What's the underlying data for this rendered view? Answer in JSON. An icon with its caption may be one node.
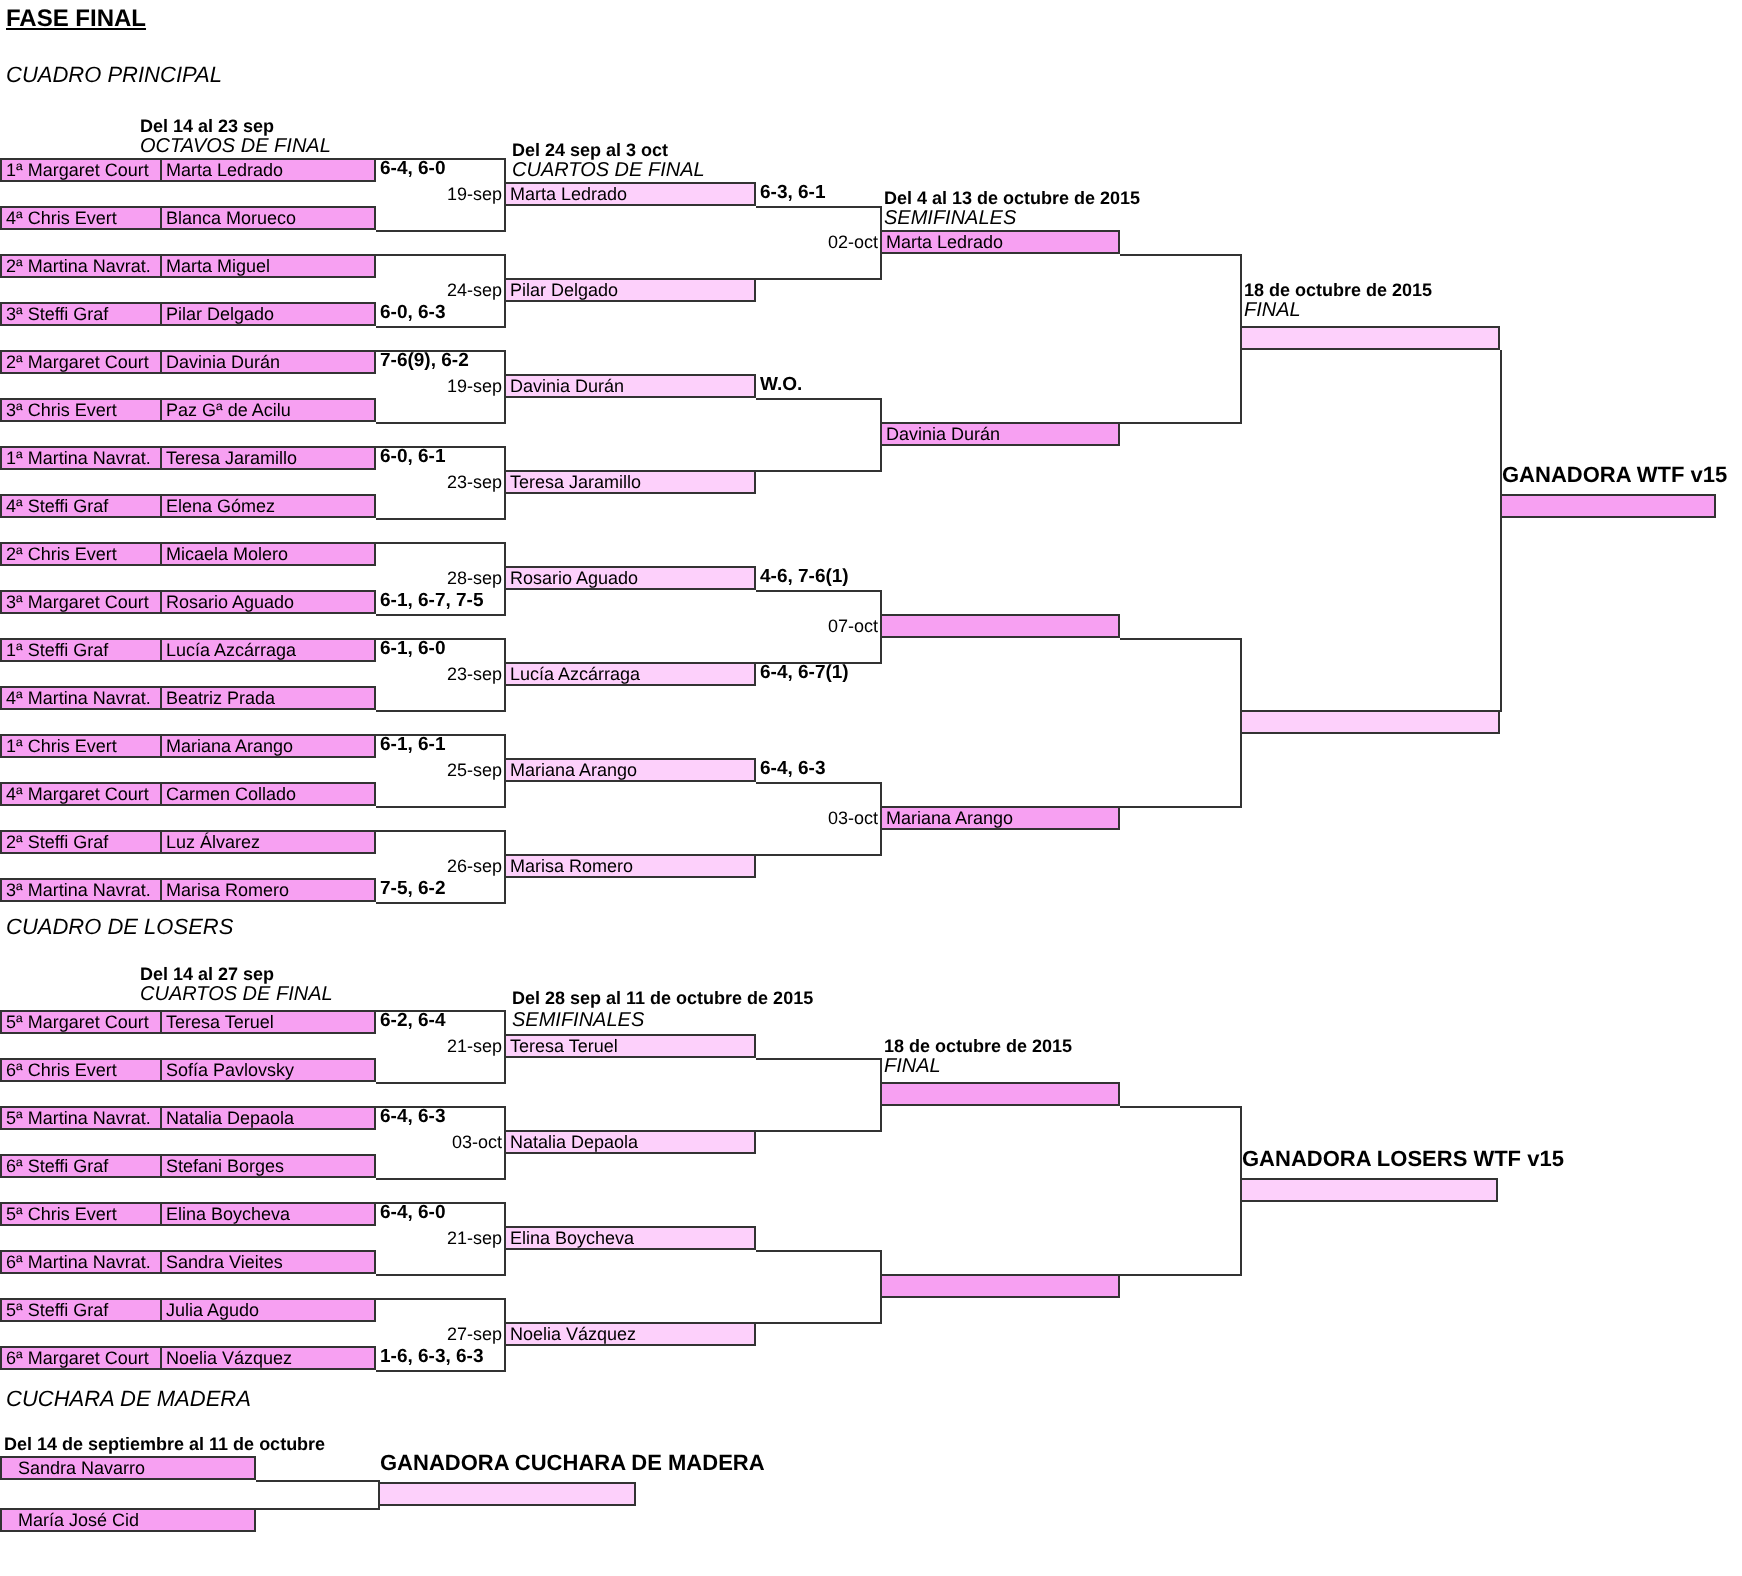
{
  "diagram": {
    "title": "FASE FINAL",
    "nodes": [
      {
        "text": [
          "1ª Margaret Court",
          "Marta Ledrado"
        ],
        "beside": [
          "6-4, 6-0"
        ]
      },
      {
        "text": [
          "4ª Chris Evert",
          "Blanca Morueco"
        ]
      },
      {
        "text": [
          "2ª Martina Navrat.",
          "Marta Miguel"
        ]
      },
      {
        "text": [
          "3ª Steffi Graf",
          "Pilar Delgado"
        ],
        "beside": [
          "6-0, 6-3"
        ]
      },
      {
        "text": [
          "2ª Margaret Court",
          "Davinia Durán"
        ],
        "beside": [
          "7-6(9), 6-2"
        ]
      },
      {
        "text": [
          "3ª Chris Evert",
          "Paz Gª de Acilu"
        ]
      },
      {
        "text": [
          "1ª Martina Navrat.",
          "Teresa Jaramillo"
        ],
        "beside": [
          "6-0, 6-1"
        ]
      },
      {
        "text": [
          "4ª Steffi Graf",
          "Elena Gómez"
        ]
      },
      {
        "text": [
          "2ª Chris Evert",
          "Micaela Molero"
        ]
      },
      {
        "text": [
          "3ª Margaret Court",
          "Rosario Aguado"
        ],
        "beside": [
          "6-1, 6-7, 7-5"
        ]
      },
      {
        "text": [
          "1ª Steffi Graf",
          "Lucía Azcárraga"
        ],
        "beside": [
          "6-1, 6-0"
        ]
      },
      {
        "text": [
          "4ª Martina Navrat.",
          "Beatriz Prada"
        ]
      },
      {
        "text": [
          "1ª Chris Evert",
          "Mariana Arango"
        ],
        "beside": [
          "6-1, 6-1"
        ]
      },
      {
        "text": [
          "4ª Margaret Court",
          "Carmen Collado"
        ]
      },
      {
        "text": [
          "2ª Steffi Graf",
          "Luz Álvarez"
        ]
      },
      {
        "text": [
          "3ª Martina Navrat.",
          "Marisa Romero"
        ],
        "beside": [
          "7-5, 6-2"
        ]
      },
      {
        "text": [
          "Marta Ledrado"
        ],
        "beside": [
          "19-sep",
          "6-3, 6-1"
        ]
      },
      {
        "text": [
          "Pilar Delgado"
        ],
        "beside": [
          "24-sep"
        ]
      },
      {
        "text": [
          "Davinia Durán"
        ],
        "beside": [
          "19-sep",
          "W.O."
        ]
      },
      {
        "text": [
          "Teresa Jaramillo"
        ],
        "beside": [
          "23-sep"
        ]
      },
      {
        "text": [
          "Rosario Aguado"
        ],
        "beside": [
          "28-sep",
          "4-6, 7-6(1)"
        ]
      },
      {
        "text": [
          "Lucía Azcárraga"
        ],
        "beside": [
          "23-sep",
          "6-4, 6-7(1)"
        ]
      },
      {
        "text": [
          "Mariana Arango"
        ],
        "beside": [
          "25-sep",
          "6-4, 6-3"
        ]
      },
      {
        "text": [
          "Marisa Romero"
        ],
        "beside": [
          "26-sep"
        ]
      },
      {
        "text": [
          "Marta Ledrado"
        ],
        "beside": [
          "02-oct"
        ]
      },
      {
        "text": [
          "Davinia Durán"
        ]
      },
      {
        "text": [],
        "shape": "bar",
        "beside": [
          "07-oct"
        ]
      },
      {
        "text": [
          "Mariana Arango"
        ],
        "beside": [
          "03-oct"
        ]
      },
      {
        "text": [],
        "shape": "bar"
      },
      {
        "text": [],
        "shape": "bar"
      },
      {
        "text": [
          "GANADORA WTF v15"
        ]
      },
      {
        "text": [
          "5ª Margaret Court",
          "Teresa Teruel"
        ],
        "beside": [
          "6-2, 6-4"
        ]
      },
      {
        "text": [
          "6ª Chris Evert",
          "Sofía Pavlovsky"
        ]
      },
      {
        "text": [
          "5ª Martina Navrat.",
          "Natalia Depaola"
        ],
        "beside": [
          "6-4, 6-3"
        ]
      },
      {
        "text": [
          "6ª Steffi Graf",
          "Stefani Borges"
        ]
      },
      {
        "text": [
          "5ª Chris Evert",
          "Elina Boycheva"
        ],
        "beside": [
          "6-4, 6-0"
        ]
      },
      {
        "text": [
          "6ª Martina Navrat.",
          "Sandra Vieites"
        ]
      },
      {
        "text": [
          "5ª Steffi Graf",
          "Julia Agudo"
        ]
      },
      {
        "text": [
          "6ª Margaret Court",
          "Noelia Vázquez"
        ],
        "beside": [
          "1-6, 6-3, 6-3"
        ]
      },
      {
        "text": [
          "Teresa Teruel"
        ],
        "beside": [
          "21-sep"
        ]
      },
      {
        "text": [
          "Natalia Depaola"
        ],
        "beside": [
          "03-oct"
        ]
      },
      {
        "text": [
          "Elina Boycheva"
        ],
        "beside": [
          "21-sep"
        ]
      },
      {
        "text": [
          "Noelia Vázquez"
        ],
        "beside": [
          "27-sep"
        ]
      },
      {
        "text": [],
        "shape": "bar"
      },
      {
        "text": [],
        "shape": "bar"
      },
      {
        "text": [
          "GANADORA LOSERS WTF v15"
        ]
      },
      {
        "text": [
          "Sandra Navarro"
        ]
      },
      {
        "text": [
          "María José Cid"
        ]
      },
      {
        "text": [
          "GANADORA CUCHARA DE MADERA"
        ]
      }
    ],
    "edges": [
      {
        "from": 0,
        "to": 16,
        "arrow": "none"
      },
      {
        "from": 1,
        "to": 16,
        "arrow": "none"
      },
      {
        "from": 2,
        "to": 17,
        "arrow": "none"
      },
      {
        "from": 3,
        "to": 17,
        "arrow": "none"
      },
      {
        "from": 4,
        "to": 18,
        "arrow": "none"
      },
      {
        "from": 5,
        "to": 18,
        "arrow": "none"
      },
      {
        "from": 6,
        "to": 19,
        "arrow": "none"
      },
      {
        "from": 7,
        "to": 19,
        "arrow": "none"
      },
      {
        "from": 8,
        "to": 20,
        "arrow": "none"
      },
      {
        "from": 9,
        "to": 20,
        "arrow": "none"
      },
      {
        "from": 10,
        "to": 21,
        "arrow": "none"
      },
      {
        "from": 11,
        "to": 21,
        "arrow": "none"
      },
      {
        "from": 12,
        "to": 22,
        "arrow": "none"
      },
      {
        "from": 13,
        "to": 22,
        "arrow": "none"
      },
      {
        "from": 14,
        "to": 23,
        "arrow": "none"
      },
      {
        "from": 15,
        "to": 23,
        "arrow": "none"
      },
      {
        "from": 16,
        "to": 24,
        "arrow": "none"
      },
      {
        "from": 17,
        "to": 24,
        "arrow": "none"
      },
      {
        "from": 18,
        "to": 25,
        "arrow": "none"
      },
      {
        "from": 19,
        "to": 25,
        "arrow": "none"
      },
      {
        "from": 20,
        "to": 26,
        "arrow": "none"
      },
      {
        "from": 21,
        "to": 26,
        "arrow": "none"
      },
      {
        "from": 22,
        "to": 27,
        "arrow": "none"
      },
      {
        "from": 23,
        "to": 27,
        "arrow": "none"
      },
      {
        "from": 24,
        "to": 28,
        "arrow": "none"
      },
      {
        "from": 25,
        "to": 28,
        "arrow": "none"
      },
      {
        "from": 26,
        "to": 29,
        "arrow": "none"
      },
      {
        "from": 27,
        "to": 29,
        "arrow": "none"
      },
      {
        "from": 28,
        "to": 30,
        "arrow": "none"
      },
      {
        "from": 29,
        "to": 30,
        "arrow": "none"
      },
      {
        "from": 31,
        "to": 39,
        "arrow": "none"
      },
      {
        "from": 32,
        "to": 39,
        "arrow": "none"
      },
      {
        "from": 33,
        "to": 40,
        "arrow": "none"
      },
      {
        "from": 34,
        "to": 40,
        "arrow": "none"
      },
      {
        "from": 35,
        "to": 41,
        "arrow": "none"
      },
      {
        "from": 36,
        "to": 41,
        "arrow": "none"
      },
      {
        "from": 37,
        "to": 42,
        "arrow": "none"
      },
      {
        "from": 38,
        "to": 42,
        "arrow": "none"
      },
      {
        "from": 39,
        "to": 43,
        "arrow": "none"
      },
      {
        "from": 40,
        "to": 43,
        "arrow": "none"
      },
      {
        "from": 41,
        "to": 44,
        "arrow": "none"
      },
      {
        "from": 42,
        "to": 44,
        "arrow": "none"
      },
      {
        "from": 43,
        "to": 45,
        "arrow": "none"
      },
      {
        "from": 44,
        "to": 45,
        "arrow": "none"
      },
      {
        "from": 46,
        "to": 48,
        "arrow": "none"
      },
      {
        "from": 47,
        "to": 48,
        "arrow": "none"
      }
    ],
    "labels": [
      "CUADRO PRINCIPAL",
      "Del 14 al 23 sep",
      "OCTAVOS DE FINAL",
      "Del 24 sep al 3 oct",
      "CUARTOS DE FINAL",
      "Del 4 al 13 de octubre de 2015",
      "SEMIFINALES",
      "18 de octubre de 2015",
      "FINAL",
      "CUADRO DE LOSERS",
      "Del 14 al 27 sep",
      "CUARTOS DE FINAL",
      "Del 28 sep al 11 de octubre de 2015",
      "SEMIFINALES",
      "18 de octubre de 2015",
      "FINAL",
      "CUCHARA DE MADERA",
      "Del 14 de septiembre al 11 de octubre"
    ]
  }
}
